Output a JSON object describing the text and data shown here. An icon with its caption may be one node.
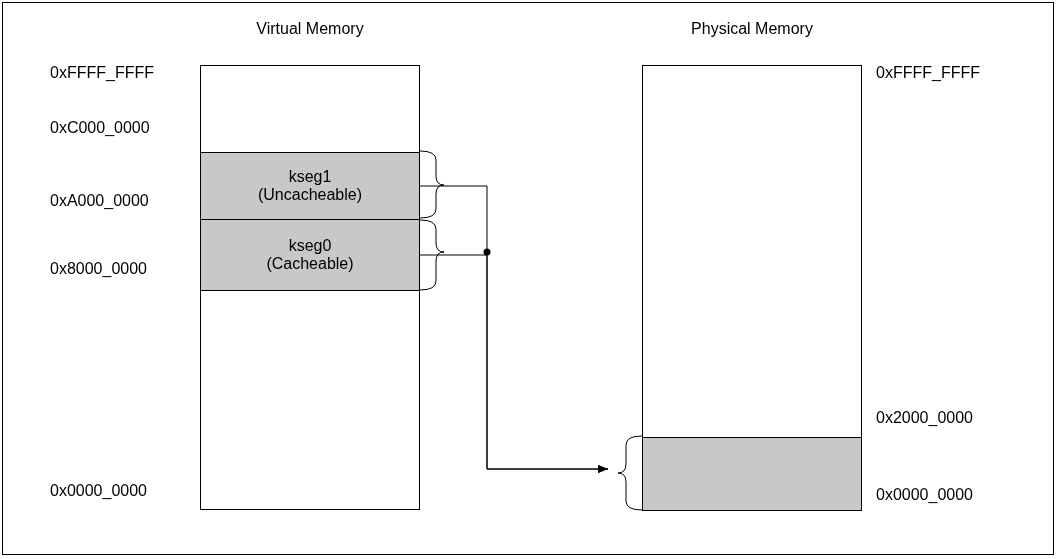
{
  "diagram": {
    "nodes": [
      {
        "text": [
          "Virtual Memory"
        ]
      },
      {
        "text": [
          "kseg1 (Uncacheable)"
        ],
        "in": 0
      },
      {
        "text": [
          "kseg0 (Cacheable)"
        ],
        "in": 0
      },
      {
        "text": [
          "Physical Memory"
        ]
      },
      {
        "text": [],
        "shape": "box",
        "in": 3
      }
    ],
    "edges": [
      {
        "from": 1,
        "to": 4,
        "arrow": "to"
      },
      {
        "from": 2,
        "to": 4,
        "arrow": "to"
      }
    ],
    "labels": [
      "0xFFFF_FFFF",
      "0xFFFF_FFFF",
      "0xC000_0000",
      "0xA000_0000",
      "0x8000_0000",
      "0x2000_0000",
      "0x0000_0000",
      "0x0000_0000"
    ]
  }
}
